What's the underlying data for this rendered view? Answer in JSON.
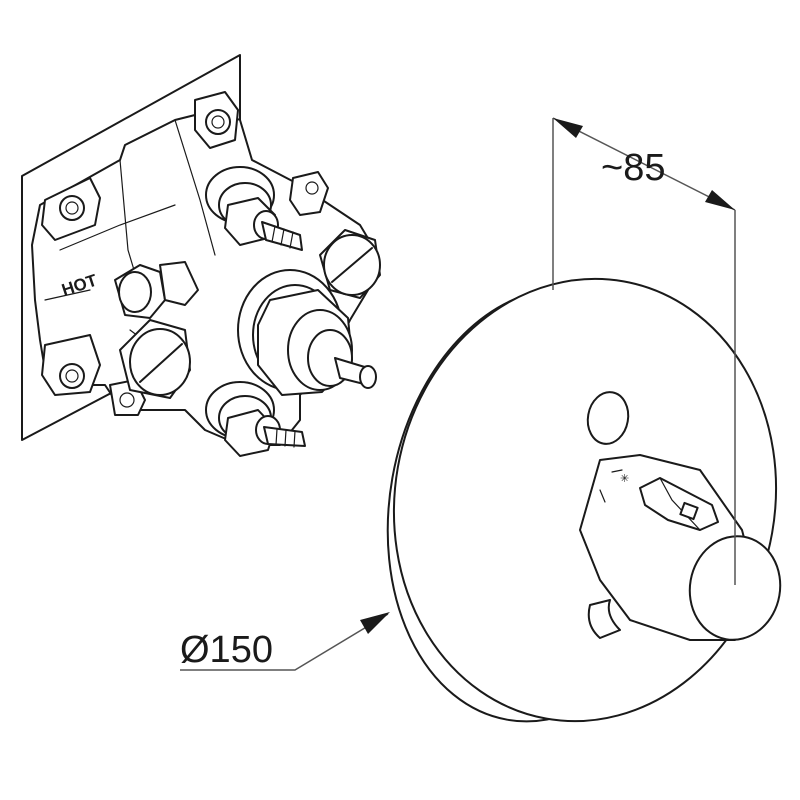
{
  "dimensions": {
    "depth_label": "~85",
    "diameter_label": "Ø150"
  },
  "valve_body": {
    "stamp_label": "HOT"
  },
  "icons": {
    "valve_body": "concealed-valve-body-icon",
    "cover_plate": "round-cover-plate-icon",
    "handle": "thermostatic-handle-icon"
  }
}
